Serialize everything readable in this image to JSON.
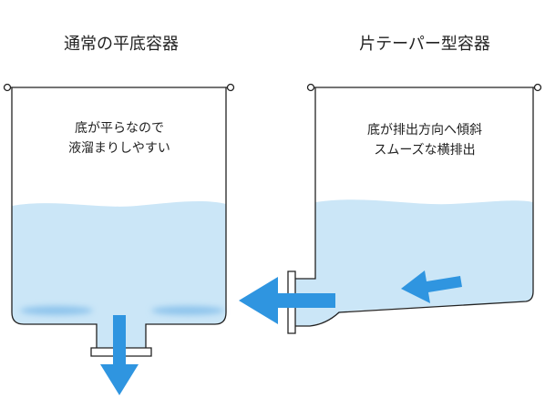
{
  "left": {
    "title": "通常の平底容器",
    "note_line1": "底が平らなので",
    "note_line2": "液溜まりしやすい"
  },
  "right": {
    "title": "片テーパー型容器",
    "note_line1": "底が排出方向へ傾斜",
    "note_line2": "スムーズな横排出"
  },
  "colors": {
    "liquid": "#cbe6f7",
    "puddle": "#8ec4ec",
    "arrow": "#2f95e0",
    "outline": "#222222"
  }
}
